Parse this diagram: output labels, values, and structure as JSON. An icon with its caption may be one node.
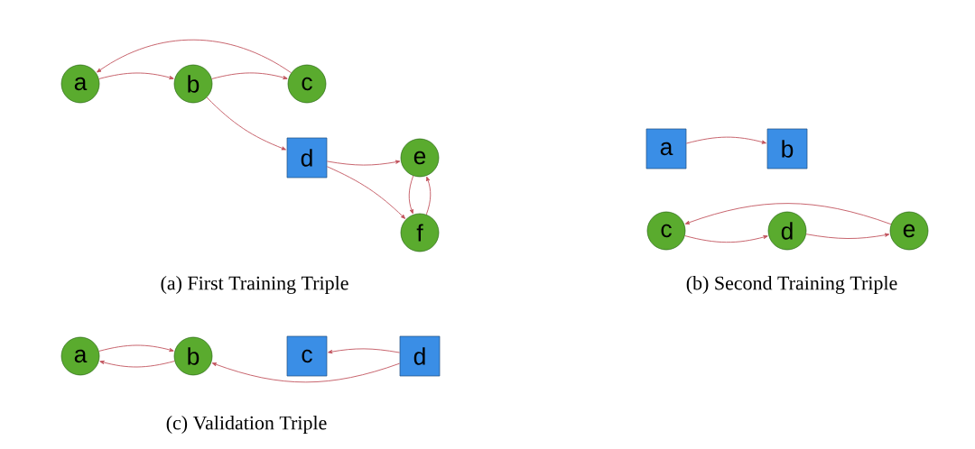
{
  "diagram": {
    "nodes": [
      {
        "text": [
          "a"
        ]
      },
      {
        "text": [
          "b"
        ]
      },
      {
        "text": [
          "c"
        ]
      },
      {
        "text": [
          "d"
        ]
      },
      {
        "text": [
          "e"
        ]
      },
      {
        "text": [
          "f"
        ]
      },
      {
        "text": [
          "a"
        ]
      },
      {
        "text": [
          "b"
        ]
      },
      {
        "text": [
          "c"
        ]
      },
      {
        "text": [
          "d"
        ]
      },
      {
        "text": [
          "e"
        ]
      },
      {
        "text": [
          "a"
        ]
      },
      {
        "text": [
          "b"
        ]
      },
      {
        "text": [
          "c"
        ]
      },
      {
        "text": [
          "d"
        ]
      }
    ],
    "edges": [
      {
        "from": 0,
        "to": 1,
        "arrow": "to"
      },
      {
        "from": 1,
        "to": 2,
        "arrow": "to"
      },
      {
        "from": 2,
        "to": 0,
        "arrow": "to"
      },
      {
        "from": 1,
        "to": 3,
        "arrow": "to"
      },
      {
        "from": 3,
        "to": 4,
        "arrow": "to"
      },
      {
        "from": 3,
        "to": 5,
        "arrow": "to"
      },
      {
        "from": 4,
        "to": 5,
        "arrow": "to"
      },
      {
        "from": 5,
        "to": 4,
        "arrow": "to"
      },
      {
        "from": 6,
        "to": 7,
        "arrow": "to"
      },
      {
        "from": 8,
        "to": 9,
        "arrow": "to"
      },
      {
        "from": 9,
        "to": 10,
        "arrow": "to"
      },
      {
        "from": 10,
        "to": 8,
        "arrow": "to"
      },
      {
        "from": 11,
        "to": 12,
        "arrow": "to"
      },
      {
        "from": 12,
        "to": 11,
        "arrow": "to"
      },
      {
        "from": 14,
        "to": 13,
        "arrow": "to"
      },
      {
        "from": 14,
        "to": 12,
        "arrow": "to"
      }
    ],
    "labels": [
      "(a) First Training Triple",
      "(b) Second Training Triple",
      "(c) Validation Triple"
    ]
  }
}
